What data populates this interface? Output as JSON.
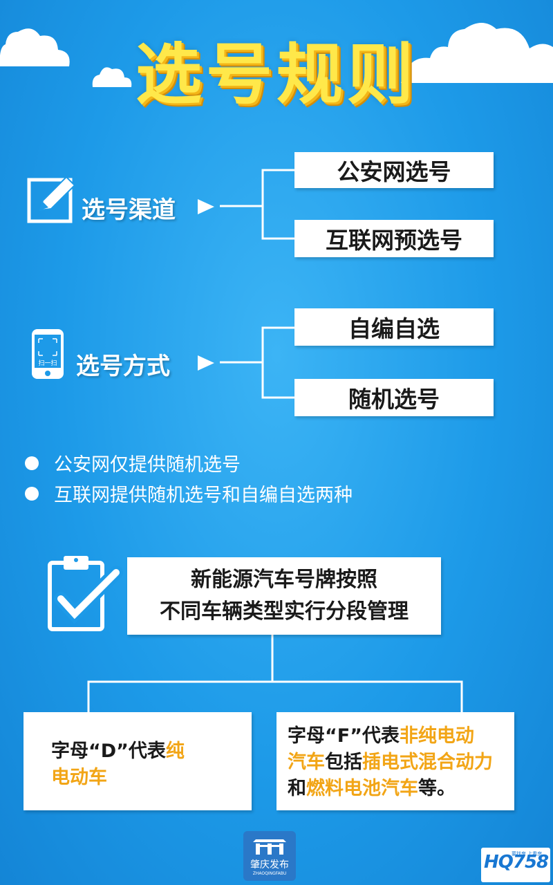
{
  "title": "选号规则",
  "channels": {
    "label": "选号渠道",
    "options": [
      "公安网选号",
      "互联网预选号"
    ]
  },
  "methods": {
    "label": "选号方式",
    "phone_caption": "扫一扫",
    "options": [
      "自编自选",
      "随机选号"
    ]
  },
  "notes": [
    "公安网仅提供随机选号",
    "互联网提供随机选号和自编自选两种"
  ],
  "segment": {
    "line1": "新能源汽车号牌按照",
    "line2": "不同车辆类型实行分段管理"
  },
  "categories": {
    "d": {
      "line1_prefix": "字母“D”代表",
      "line1_highlight": "纯",
      "line2_highlight": "电动车"
    },
    "f": {
      "line1_prefix": "字母“F”代表",
      "line1_highlight": "非纯电动",
      "line2_highlight": "汽车",
      "line2_mid": "包括",
      "line2_highlight2": "插电式混合动力",
      "line3_prefix": "和",
      "line3_highlight": "燃料电池汽车",
      "line3_suffix": "等。"
    }
  },
  "footer": {
    "brand": "肇庆发布",
    "brand_en": "ZHAOQINGFABU",
    "partner_logo": "HQ758",
    "partner_slogan": "要找房 上看房"
  },
  "colors": {
    "background": "#1d9ae8",
    "title": "#ffe84a",
    "highlight": "#f2a516"
  }
}
